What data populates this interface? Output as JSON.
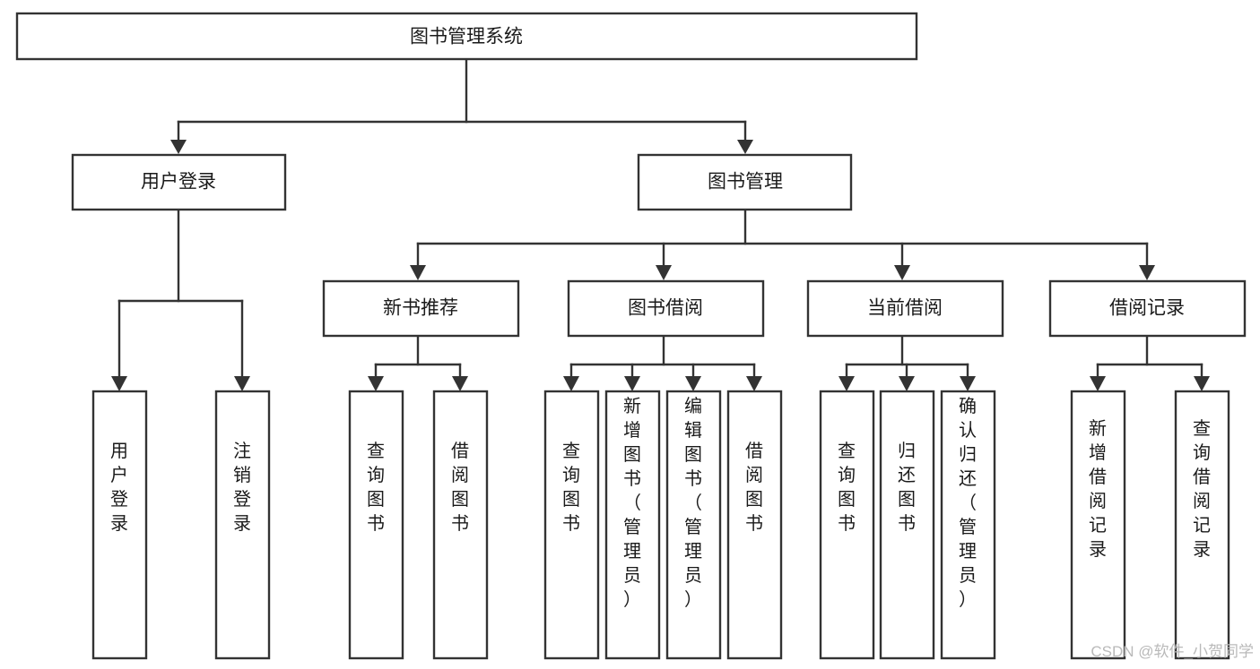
{
  "diagram": {
    "title": "图书管理系统",
    "type": "tree-hierarchy",
    "root": {
      "id": "root",
      "label": "图书管理系统"
    },
    "level1": [
      {
        "id": "user-login",
        "label": "用户登录"
      },
      {
        "id": "book-manage",
        "label": "图书管理"
      }
    ],
    "level2": [
      {
        "id": "new-book-recommend",
        "label": "新书推荐",
        "parent": "book-manage"
      },
      {
        "id": "book-borrow",
        "label": "图书借阅",
        "parent": "book-manage"
      },
      {
        "id": "current-borrow",
        "label": "当前借阅",
        "parent": "book-manage"
      },
      {
        "id": "borrow-record",
        "label": "借阅记录",
        "parent": "book-manage"
      }
    ],
    "leaves": [
      {
        "id": "leaf-user-login",
        "label": "用户登录",
        "parent": "user-login"
      },
      {
        "id": "leaf-logout-login",
        "label": "注销登录",
        "parent": "user-login"
      },
      {
        "id": "leaf-query-book-1",
        "label": "查询图书",
        "parent": "new-book-recommend"
      },
      {
        "id": "leaf-borrow-book-1",
        "label": "借阅图书",
        "parent": "new-book-recommend"
      },
      {
        "id": "leaf-query-book-2",
        "label": "查询图书",
        "parent": "book-borrow"
      },
      {
        "id": "leaf-add-book",
        "label": "新增图书（管理员）",
        "parent": "book-borrow"
      },
      {
        "id": "leaf-edit-book",
        "label": "编辑图书（管理员）",
        "parent": "book-borrow"
      },
      {
        "id": "leaf-borrow-book-2",
        "label": "借阅图书",
        "parent": "book-borrow"
      },
      {
        "id": "leaf-query-book-3",
        "label": "查询图书",
        "parent": "current-borrow"
      },
      {
        "id": "leaf-return-book",
        "label": "归还图书",
        "parent": "current-borrow"
      },
      {
        "id": "leaf-confirm-return",
        "label": "确认归还（管理员）",
        "parent": "current-borrow"
      },
      {
        "id": "leaf-add-record",
        "label": "新增借阅记录",
        "parent": "borrow-record"
      },
      {
        "id": "leaf-query-record",
        "label": "查询借阅记录",
        "parent": "borrow-record"
      }
    ],
    "colors": {
      "box_stroke": "#333333",
      "box_fill": "#ffffff",
      "text": "#1a1a1a",
      "background": "#ffffff",
      "watermark": "#b9b9b9"
    }
  },
  "watermark": {
    "text": "CSDN @软件_小贺同学"
  }
}
